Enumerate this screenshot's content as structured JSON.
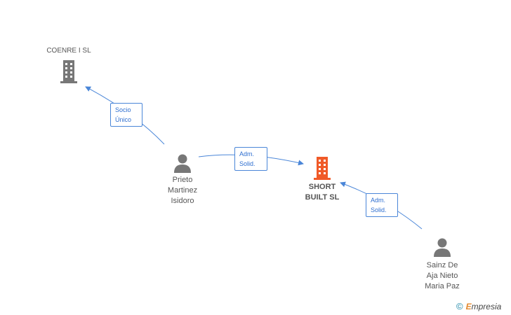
{
  "nodes": {
    "coenre": {
      "label": "COENRE I SL",
      "icon": "building-icon"
    },
    "short_built": {
      "label_line1": "SHORT",
      "label_line2": "BUILT SL",
      "icon": "building-icon"
    },
    "prieto": {
      "label_line1": "Prieto",
      "label_line2": "Martinez",
      "label_line3": "Isidoro",
      "icon": "person-icon"
    },
    "sainz": {
      "label_line1": "Sainz De",
      "label_line2": "Aja Nieto",
      "label_line3": "Maria Paz",
      "icon": "person-icon"
    }
  },
  "edges": {
    "socio_unico": {
      "line1": "Socio",
      "line2": "Único"
    },
    "adm_solid_1": {
      "line1": "Adm.",
      "line2": "Solid."
    },
    "adm_solid_2": {
      "line1": "Adm.",
      "line2": "Solid."
    }
  },
  "footer": {
    "copyright": "©",
    "brand_e": "E",
    "brand_rest": "mpresia"
  },
  "colors": {
    "edge": "#4a86d8",
    "main_building": "#f05a28",
    "other_building": "#777777",
    "person": "#777777"
  }
}
